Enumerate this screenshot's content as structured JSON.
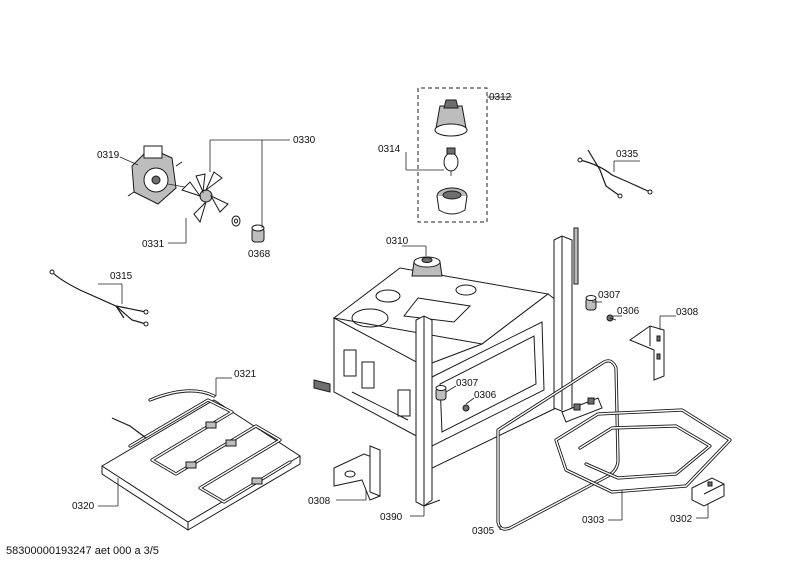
{
  "labels": {
    "p0312": "0312",
    "p0314": "0314",
    "p0319": "0319",
    "p0330": "0330",
    "p0331": "0331",
    "p0368": "0368",
    "p0335": "0335",
    "p0310": "0310",
    "p0315": "0315",
    "p0307a": "0307",
    "p0306a": "0306",
    "p0308a": "0308",
    "p0321": "0321",
    "p0307b": "0307",
    "p0306b": "0306",
    "p0320": "0320",
    "p0308b": "0308",
    "p0390": "0390",
    "p0305": "0305",
    "p0303": "0303",
    "p0302": "0302"
  },
  "footer": "58300000193247 aet 000 a 3/5"
}
